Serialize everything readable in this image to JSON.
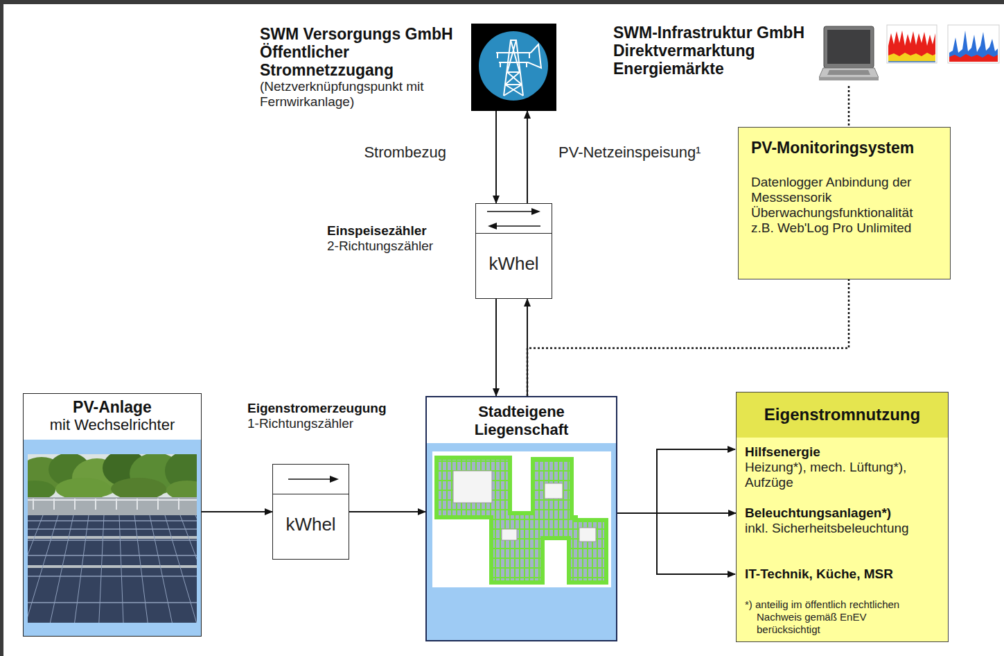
{
  "diagram": {
    "nodes": [
      {
        "text": [
          "SWM Versorgungs GmbH Öffentlicher Stromnetzzugang",
          "(Netzverknüpfungspunkt mit Fernwirkanlage)"
        ]
      },
      {
        "text": [
          "SWM-Infrastruktur GmbH Direktvermarktung Energiemärkte"
        ]
      },
      {
        "text": [
          "Einspeisezähler",
          "2-Richtungszähler",
          "kWhel"
        ]
      },
      {
        "text": [
          "PV-Monitoringsystem",
          "Datenlogger Anbindung der Messsensorik Überwachungsfunktionalität z.B. Web'Log Pro Unlimited"
        ]
      },
      {
        "text": [
          "PV-Anlage",
          "mit Wechselrichter"
        ]
      },
      {
        "text": [
          "Eigenstromerzeugung",
          "1-Richtungszähler",
          "kWhel"
        ]
      },
      {
        "text": [
          "Stadteigene Liegenschaft"
        ]
      },
      {
        "text": [
          "Eigenstromnutzung",
          "Hilfsenergie",
          "Heizung*), mech. Lüftung*), Aufzüge",
          "Beleuchtungsanlagen*)",
          "inkl. Sicherheitsbeleuchtung",
          "IT-Technik, Küche, MSR",
          "*) anteilig im öffentlich rechtlichen Nachweis gemäß EnEV berücksichtigt"
        ]
      }
    ],
    "edges": [
      {
        "from": 6,
        "to": 3,
        "arrow": "none"
      },
      {
        "from": 1,
        "to": 3,
        "arrow": "none"
      },
      {
        "from": 0,
        "to": 2,
        "label": "Strombezug",
        "arrow": "to"
      },
      {
        "from": 2,
        "to": 0,
        "label": "PV-Netzeinspeisung¹",
        "arrow": "to"
      },
      {
        "from": 2,
        "to": 6,
        "arrow": "to"
      },
      {
        "from": 6,
        "to": 2,
        "arrow": "to"
      },
      {
        "from": 4,
        "to": 5,
        "arrow": "to"
      },
      {
        "from": 5,
        "to": 6,
        "arrow": "to"
      },
      {
        "from": 6,
        "to": 7,
        "arrow": "to"
      }
    ]
  }
}
